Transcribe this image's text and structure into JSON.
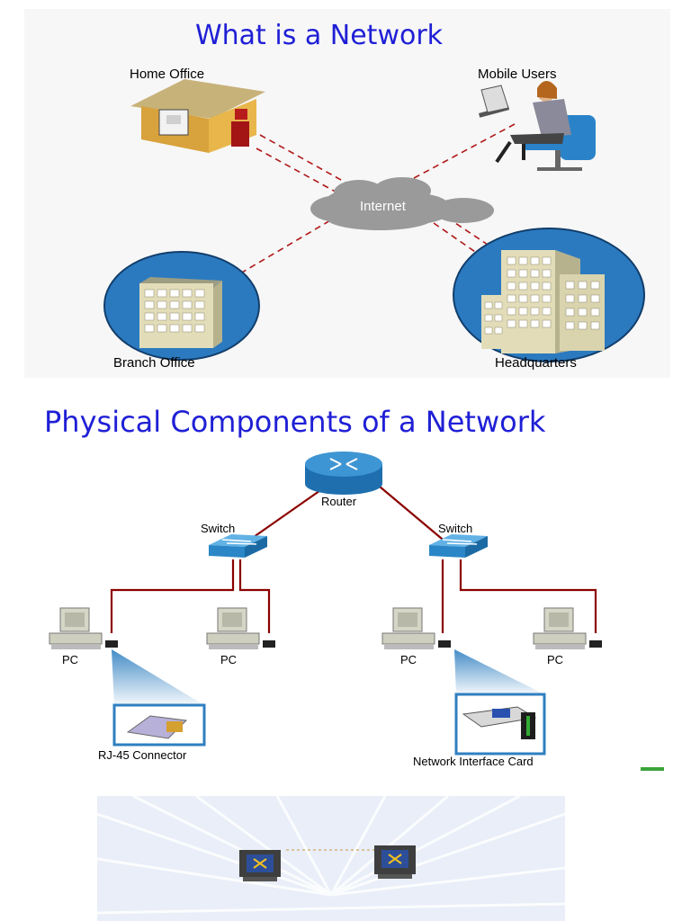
{
  "diagram1": {
    "title": "What is a Network",
    "nodes": {
      "home_office": "Home Office",
      "mobile_users": "Mobile Users",
      "internet": "Internet",
      "branch_office": "Branch Office",
      "headquarters": "Headquarters"
    }
  },
  "diagram2": {
    "title": "Physical Components of a Network",
    "router": "Router",
    "switch_left": "Switch",
    "switch_right": "Switch",
    "pcs": [
      "PC",
      "PC",
      "PC",
      "PC"
    ],
    "rj45": "RJ-45 Connector",
    "nic": "Network Interface Card"
  },
  "colors": {
    "title": "#1f1fd6",
    "link_dashed": "#b01818",
    "cable": "#8b0000",
    "device_blue": "#2f7fc0",
    "circle_fill": "#2b7ac0"
  }
}
